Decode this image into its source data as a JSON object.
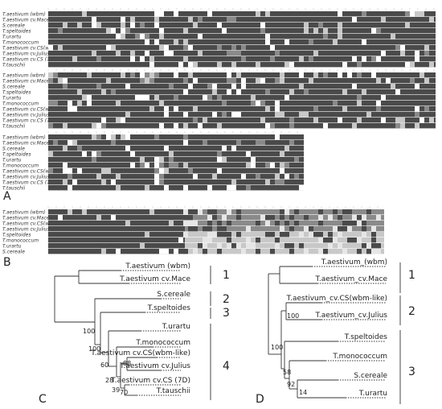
{
  "panelA": {
    "panel_label": "A",
    "blocks": [
      {
        "labels": [
          "T.aestivum (wbm)",
          "T.aestivum cv.Mace",
          "S.cereale",
          "T.speltoides",
          "T.urartu",
          "T.monococcum",
          "T.aestivum cv.CS(wbm-like)",
          "T.aestivum cv.Julius",
          "T.aestivum cv.CS (7D)",
          "T.tauschii"
        ]
      },
      {
        "labels": [
          "T.aestivum (wbm)",
          "T.aestivum cv.Mace",
          "S.cereale",
          "T.speltoides",
          "T.urartu",
          "T.monococcum",
          "T.aestivum cv.CS(wbm-like)",
          "T.aestivum cv.Julius",
          "T.aestivum cv.CS (7D)",
          "T.tauschii"
        ]
      },
      {
        "labels": [
          "T.aestivum (wbm)",
          "T.aestivum cv.Mace",
          "S.cereale",
          "T.speltoides",
          "T.urartu",
          "T.monococcum",
          "T.aestivum cv.CS(wbm-like)",
          "T.aestivum cv.Julius",
          "T.aestivum cv.CS (7D)",
          "T.tauschii"
        ]
      }
    ]
  },
  "panelB": {
    "panel_label": "B",
    "labels": [
      "T.aestivum (wbm)",
      "T.aestivum cv.Mace",
      "T.aestivum cv.CS(wbm-like)",
      "T.aestivum cv.Julius",
      "T.speltoides",
      "T.monococcum",
      "T.urartu",
      "S.cereale"
    ]
  },
  "panelC": {
    "panel_label": "C",
    "tips": [
      "T.aestivum (wbm)",
      "T.aestivum cv.Mace",
      "S.cereale",
      "T.speltoides",
      "T.urartu",
      "T.monococcum",
      "T.aestivum cv.CS(wbm-like)",
      "T.aestivum cv.Julius",
      "T.aestivum cv.CS (7D)",
      "T.tauschii"
    ],
    "bootstrap": [
      "100",
      "100",
      "60",
      "28",
      "88",
      "39",
      "70"
    ],
    "groups": [
      "1",
      "2",
      "3",
      "4"
    ]
  },
  "panelD": {
    "panel_label": "D",
    "tips": [
      "T.aestivum_(wbm)",
      "T.aestivum_cv.Mace",
      "T.aestivum_cv.CS(wbm-like)",
      "T.aestivum_cv.Julius",
      "T.speltoides",
      "T.monococcum",
      "S.cereale",
      "T.urartu"
    ],
    "bootstrap": [
      "100",
      "100",
      "58",
      "92",
      "14"
    ],
    "groups": [
      "1",
      "2",
      "3"
    ]
  },
  "colors": {
    "dark_cell": "#4a4a4a",
    "mid_cell": "#8a8a8a",
    "light_cell": "#c8c8c8",
    "tree_line": "#333333"
  }
}
